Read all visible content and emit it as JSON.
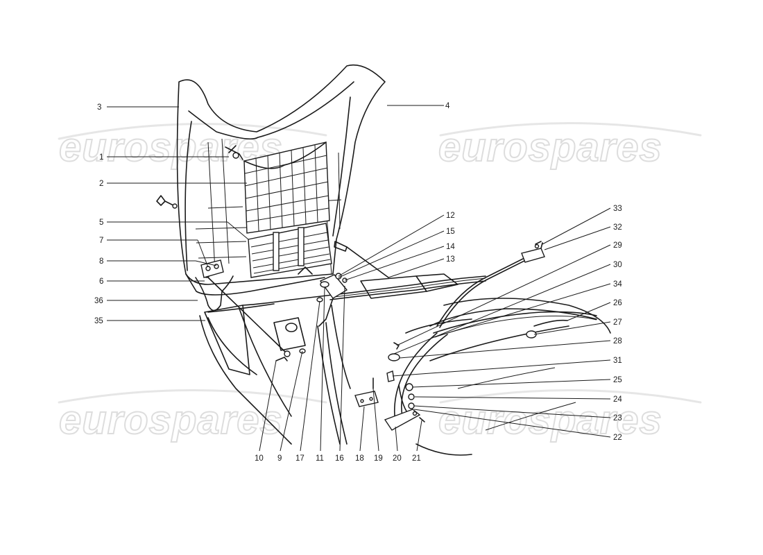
{
  "watermark": "eurospares",
  "callouts": {
    "c1": "1",
    "c2": "2",
    "c3": "3",
    "c4": "4",
    "c5": "5",
    "c6": "6",
    "c7": "7",
    "c8": "8",
    "c9": "9",
    "c10": "10",
    "c11": "11",
    "c12": "12",
    "c13": "13",
    "c14": "14",
    "c15": "15",
    "c16": "16",
    "c17": "17",
    "c18": "18",
    "c19": "19",
    "c20": "20",
    "c21": "21",
    "c22": "22",
    "c23": "23",
    "c24": "24",
    "c25": "25",
    "c26": "26",
    "c27": "27",
    "c28": "28",
    "c29": "29",
    "c30": "30",
    "c31": "31",
    "c32": "32",
    "c33": "33",
    "c34": "34",
    "c35": "35",
    "c36": "36"
  }
}
